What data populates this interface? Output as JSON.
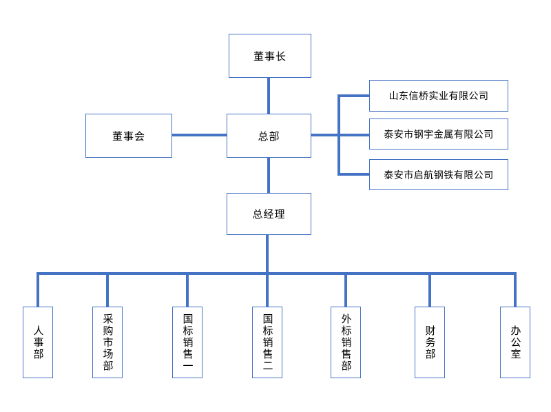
{
  "diagram": {
    "type": "org-chart",
    "nodes": {
      "chairman": {
        "label": "董事长"
      },
      "board": {
        "label": "董事会"
      },
      "headquarters": {
        "label": "总部"
      },
      "general_manager": {
        "label": "总经理"
      },
      "subsidiary1": {
        "label": "山东信桥实业有限公司"
      },
      "subsidiary2": {
        "label": "泰安市钢宇金属有限公司"
      },
      "subsidiary3": {
        "label": "泰安市启航钢铁有限公司"
      },
      "dept_hr": {
        "label": "人事部"
      },
      "dept_procurement": {
        "label": "采购市场部"
      },
      "dept_sales_gb1": {
        "label": "国标销售一"
      },
      "dept_sales_gb2": {
        "label": "国标销售二"
      },
      "dept_sales_ext": {
        "label": "外标销售部"
      },
      "dept_finance": {
        "label": "财务部"
      },
      "dept_office": {
        "label": "办公室"
      }
    },
    "edges": [
      {
        "from": "chairman",
        "to": "headquarters"
      },
      {
        "from": "board",
        "to": "headquarters"
      },
      {
        "from": "headquarters",
        "to": "subsidiary1"
      },
      {
        "from": "headquarters",
        "to": "subsidiary2"
      },
      {
        "from": "headquarters",
        "to": "subsidiary3"
      },
      {
        "from": "headquarters",
        "to": "general_manager"
      },
      {
        "from": "general_manager",
        "to": "dept_hr"
      },
      {
        "from": "general_manager",
        "to": "dept_procurement"
      },
      {
        "from": "general_manager",
        "to": "dept_sales_gb1"
      },
      {
        "from": "general_manager",
        "to": "dept_sales_gb2"
      },
      {
        "from": "general_manager",
        "to": "dept_sales_ext"
      },
      {
        "from": "general_manager",
        "to": "dept_finance"
      },
      {
        "from": "general_manager",
        "to": "dept_office"
      }
    ],
    "colors": {
      "line": "#4472C4",
      "node_border": "#4472C4",
      "node_fill": "#FFFFFF",
      "text": "#000000",
      "background": "#FFFFFF"
    }
  }
}
